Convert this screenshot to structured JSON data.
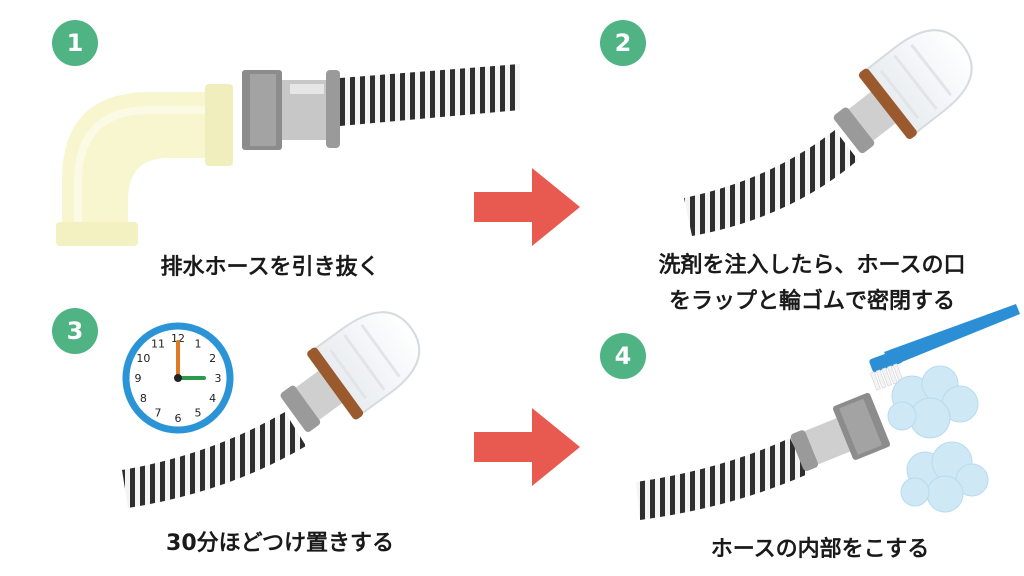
{
  "steps": [
    {
      "number": "1",
      "caption": [
        "排水ホースを引き抜く"
      ]
    },
    {
      "number": "2",
      "caption": [
        "洗剤を注入したら、ホースの口",
        "をラップと輪ゴムで密閉する"
      ]
    },
    {
      "number": "3",
      "caption": [
        "30分ほどつけ置きする"
      ]
    },
    {
      "number": "4",
      "caption": [
        "ホースの内部をこする"
      ]
    }
  ],
  "clock": {
    "numerals": [
      "12",
      "1",
      "2",
      "3",
      "4",
      "5",
      "6",
      "7",
      "8",
      "9",
      "10",
      "11"
    ]
  },
  "colors": {
    "badge": "#4fb384",
    "arrow": "#e85a4f",
    "rubber_band": "#9a5a2e",
    "clock_ring": "#2a94d6",
    "toothbrush": "#2c8fd6"
  }
}
